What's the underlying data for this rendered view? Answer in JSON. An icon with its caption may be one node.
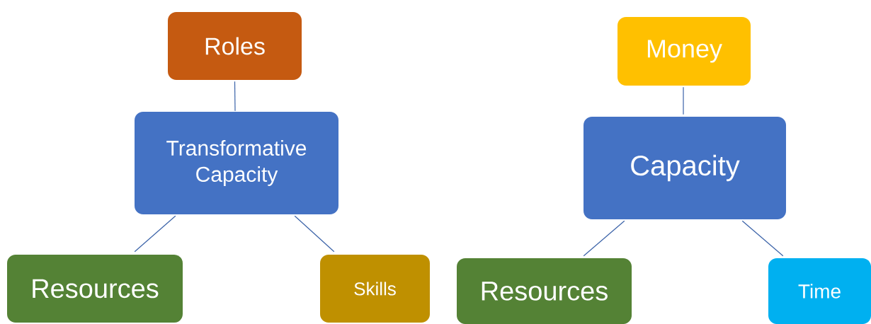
{
  "diagram": {
    "nodes": [
      {
        "text": [
          "Roles"
        ]
      },
      {
        "text": [
          "Transformative Capacity"
        ]
      },
      {
        "text": [
          "Resources"
        ]
      },
      {
        "text": [
          "Skills"
        ]
      },
      {
        "text": [
          "Money"
        ]
      },
      {
        "text": [
          "Capacity"
        ]
      },
      {
        "text": [
          "Resources"
        ]
      },
      {
        "text": [
          "Time"
        ]
      }
    ],
    "edges": [
      {
        "from": 0,
        "to": 1,
        "arrow": "none"
      },
      {
        "from": 1,
        "to": 2,
        "arrow": "none"
      },
      {
        "from": 1,
        "to": 3,
        "arrow": "none"
      },
      {
        "from": 4,
        "to": 5,
        "arrow": "none"
      },
      {
        "from": 5,
        "to": 6,
        "arrow": "none"
      },
      {
        "from": 5,
        "to": 7,
        "arrow": "none"
      }
    ]
  }
}
